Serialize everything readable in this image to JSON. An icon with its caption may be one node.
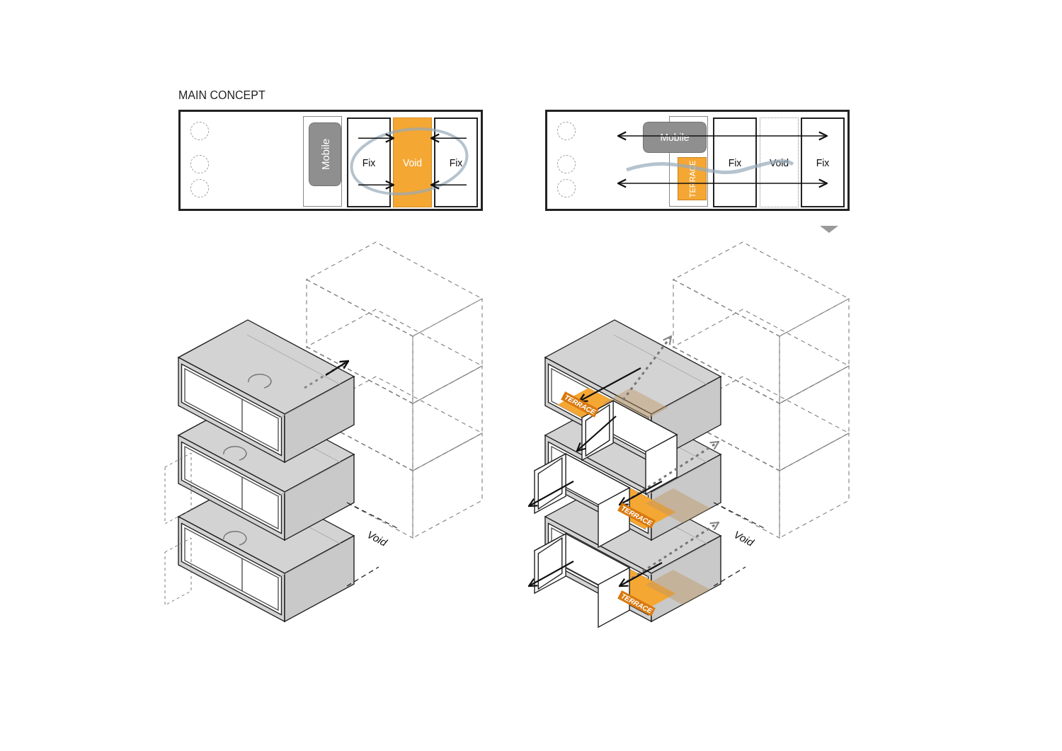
{
  "diagram": {
    "title": "MAIN CONCEPT",
    "nodes": [
      {
        "text": [],
        "shape": "box"
      },
      {
        "text": [
          "Mobile"
        ],
        "in": 0
      },
      {
        "text": [
          "Fix"
        ],
        "in": 0
      },
      {
        "text": [
          "Void"
        ],
        "in": 0
      },
      {
        "text": [
          "Fix"
        ],
        "in": 0
      },
      {
        "text": [],
        "shape": "box"
      },
      {
        "text": [
          "Mobile"
        ],
        "in": 5
      },
      {
        "text": [
          "TERRACE"
        ],
        "in": 5
      },
      {
        "text": [
          "Fix"
        ],
        "in": 5
      },
      {
        "text": [
          "Void"
        ],
        "in": 5
      },
      {
        "text": [
          "Fix"
        ],
        "in": 5
      }
    ],
    "edges": [
      {
        "from": 2,
        "to": 3,
        "arrow": "to"
      },
      {
        "from": 2,
        "to": 3,
        "arrow": "to"
      },
      {
        "from": 4,
        "to": 3,
        "arrow": "to"
      },
      {
        "from": 4,
        "to": 3,
        "arrow": "to"
      }
    ],
    "labels": [
      "TERRACE",
      "TERRACE",
      "TERRACE",
      "Void",
      "Void"
    ]
  }
}
